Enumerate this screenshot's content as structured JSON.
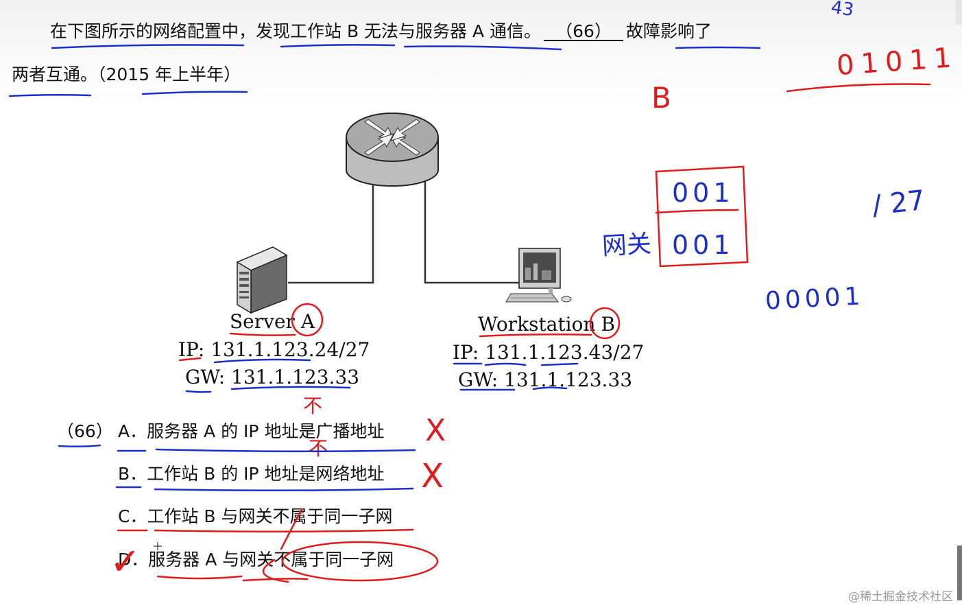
{
  "question": {
    "line1_a": "在下图所示的网络配置中，发现工作站 B 无法与服务器 A 通信。",
    "blank": "（66）",
    "line1_b": "故障影响了",
    "line2": "两者互通。（2015 年上半年）"
  },
  "diagram": {
    "server": {
      "name": "Server",
      "id": "A",
      "ip_label": "IP",
      "ip": ": 131.1.123.24/27",
      "gw_label": "GW",
      "gw": ": 131.1.123.33"
    },
    "workstation": {
      "name": "Workstation",
      "id": "B",
      "ip_label": "IP",
      "ip": ": 131.1.123.43/27",
      "gw_label": "GW",
      "gw": ": 131.1.123.33"
    }
  },
  "options": {
    "number": "（66）",
    "items": [
      {
        "letter": "A．",
        "text": "服务器 A 的 IP 地址是广播地址",
        "mark": "X"
      },
      {
        "letter": "B．",
        "text": "工作站 B 的 IP 地址是网络地址",
        "mark": "X"
      },
      {
        "letter": "C．",
        "text": "工作站 B 与网关不属于同一子网",
        "mark": ""
      },
      {
        "letter": "D．",
        "text": "服务器 A 与网关不属于同一子网",
        "mark": "✓"
      }
    ]
  },
  "annotations": {
    "top_right_43": "43",
    "binary_01011": "01011",
    "letter_b": "B",
    "box_top": "001",
    "box_bottom": "001",
    "gateway_label": "网关",
    "slash_27": "/ 27",
    "binary_00001": "00001",
    "not_mark": "不",
    "colors": {
      "red": "#e01b1b",
      "blue": "#1d2fc9"
    }
  },
  "watermark": "@稀土掘金技术社区"
}
